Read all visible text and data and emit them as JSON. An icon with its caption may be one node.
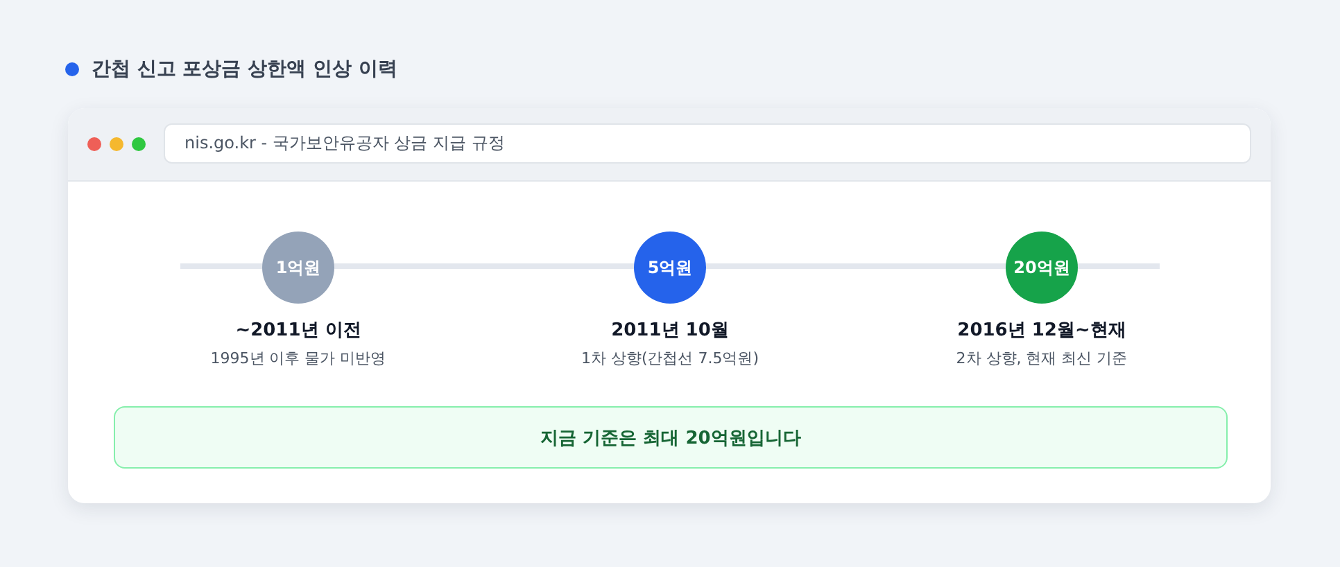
{
  "diagram": {
    "title": "간첩 신고 포상금 상한액 인상 이력",
    "nodes": [
      {
        "text": [
          "1억원"
        ],
        "beside": [
          "~2011년 이전",
          "1995년 이후 물가 미반영"
        ]
      },
      {
        "text": [
          "5억원"
        ],
        "beside": [
          "2011년 10월",
          "1차 상향(간첩선 7.5억원)"
        ]
      },
      {
        "text": [
          "20억원"
        ],
        "beside": [
          "2016년 12월~현재",
          "2차 상향, 현재 최신 기준"
        ]
      },
      {
        "text": [
          "지금 기준은 최대 20억원입니다"
        ]
      }
    ],
    "edges": [
      {
        "from": 0,
        "to": 1,
        "arrow": "none"
      },
      {
        "from": 1,
        "to": 2,
        "arrow": "none"
      }
    ],
    "labels": [
      "nis.go.kr - 국가보안유공자 상금 지급 규정"
    ]
  }
}
